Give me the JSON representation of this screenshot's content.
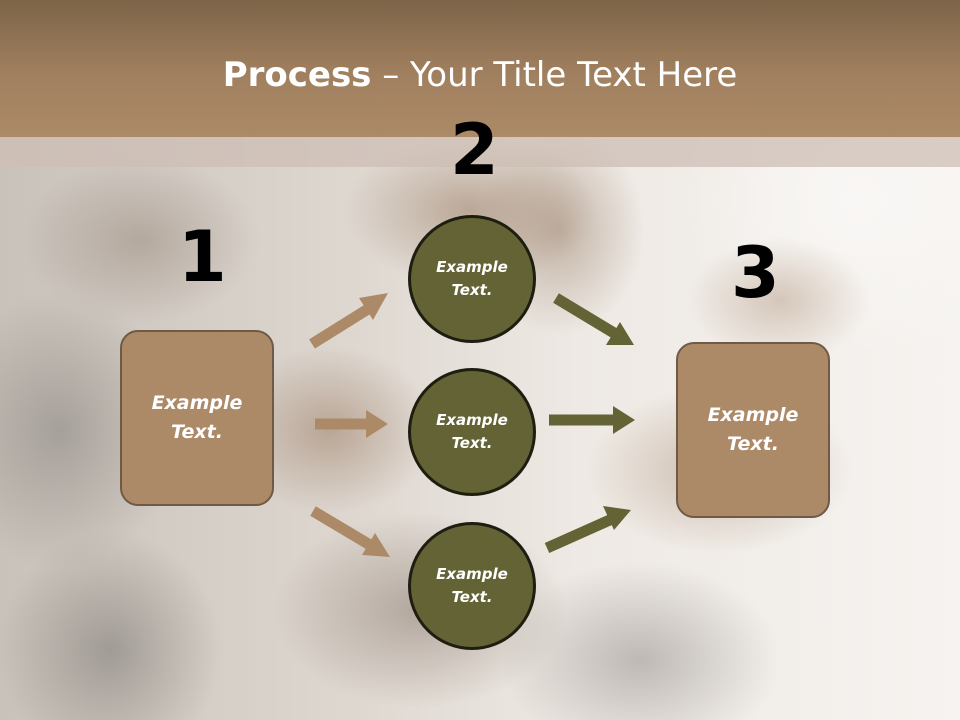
{
  "title": {
    "bold": "Process",
    "rest": " – Your Title Text Here"
  },
  "numbers": {
    "step1": "1",
    "step2": "2",
    "step3": "3"
  },
  "left_box": {
    "text": "Example Text."
  },
  "right_box": {
    "text": "Example Text."
  },
  "circles": [
    {
      "text": "Example Text."
    },
    {
      "text": "Example Text."
    },
    {
      "text": "Example Text."
    }
  ],
  "colors": {
    "header": "#a1805f",
    "box_fill": "#ac8a68",
    "circle_fill": "#636336",
    "arrow_brown": "#ac8a68",
    "arrow_olive": "#636336"
  }
}
